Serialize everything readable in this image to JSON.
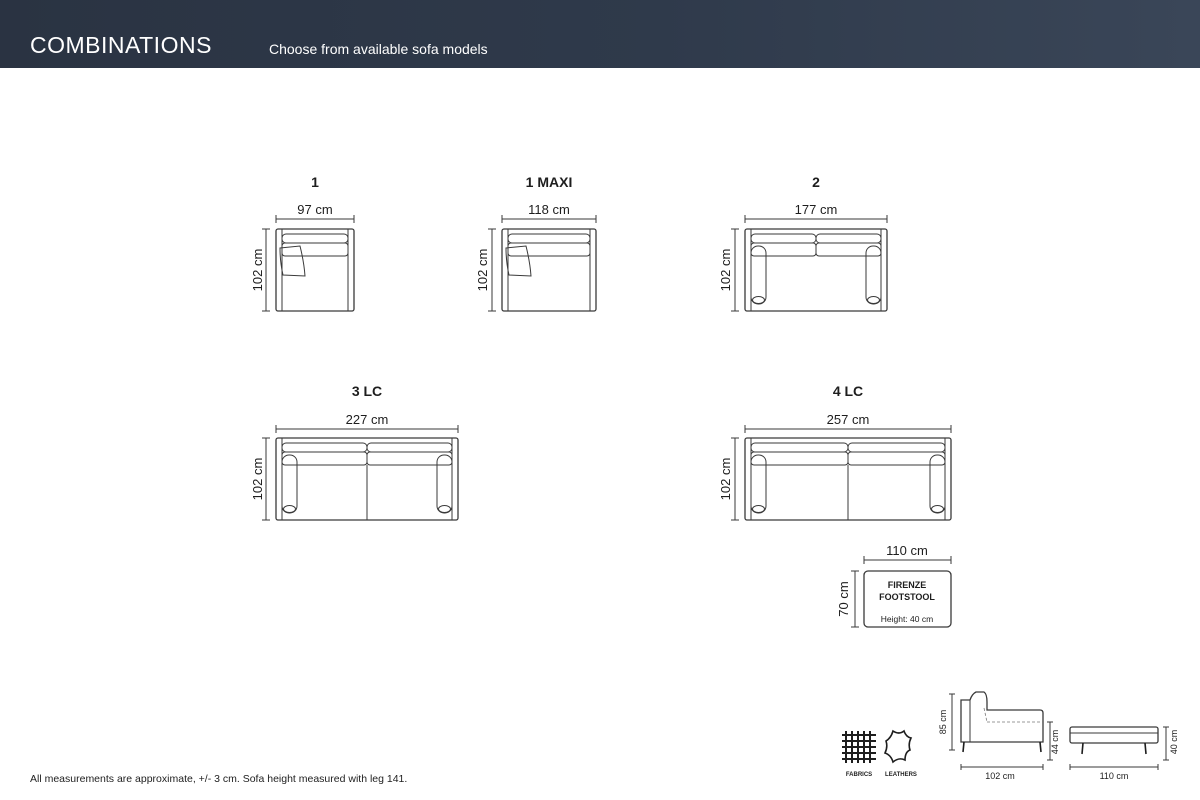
{
  "header": {
    "title": "COMBINATIONS",
    "subtitle": "Choose from available sofa models"
  },
  "models": [
    {
      "name": "1",
      "width_label": "97 cm",
      "depth_label": "102 cm"
    },
    {
      "name": "1 MAXI",
      "width_label": "118 cm",
      "depth_label": "102 cm"
    },
    {
      "name": "2",
      "width_label": "177 cm",
      "depth_label": "102 cm"
    },
    {
      "name": "3 LC",
      "width_label": "227 cm",
      "depth_label": "102 cm"
    },
    {
      "name": "4 LC",
      "width_label": "257 cm",
      "depth_label": "102 cm"
    }
  ],
  "footstool": {
    "line1": "FIRENZE",
    "line2": "FOOTSTOOL",
    "height_note": "Height: 40 cm",
    "width_label": "110 cm",
    "depth_label": "70 cm"
  },
  "materials": {
    "fabrics": "FABRICS",
    "leathers": "LEATHERS"
  },
  "profiles": {
    "sofa_height": "85 cm",
    "seat_height": "44 cm",
    "sofa_depth": "102 cm",
    "stool_height": "40 cm",
    "stool_width": "110 cm"
  },
  "footer": {
    "note": "All measurements are approximate, +/- 3 cm. Sofa height measured with leg 141."
  },
  "colors": {
    "header_bg": "#2f3a4b",
    "line": "#3a3a3a"
  }
}
